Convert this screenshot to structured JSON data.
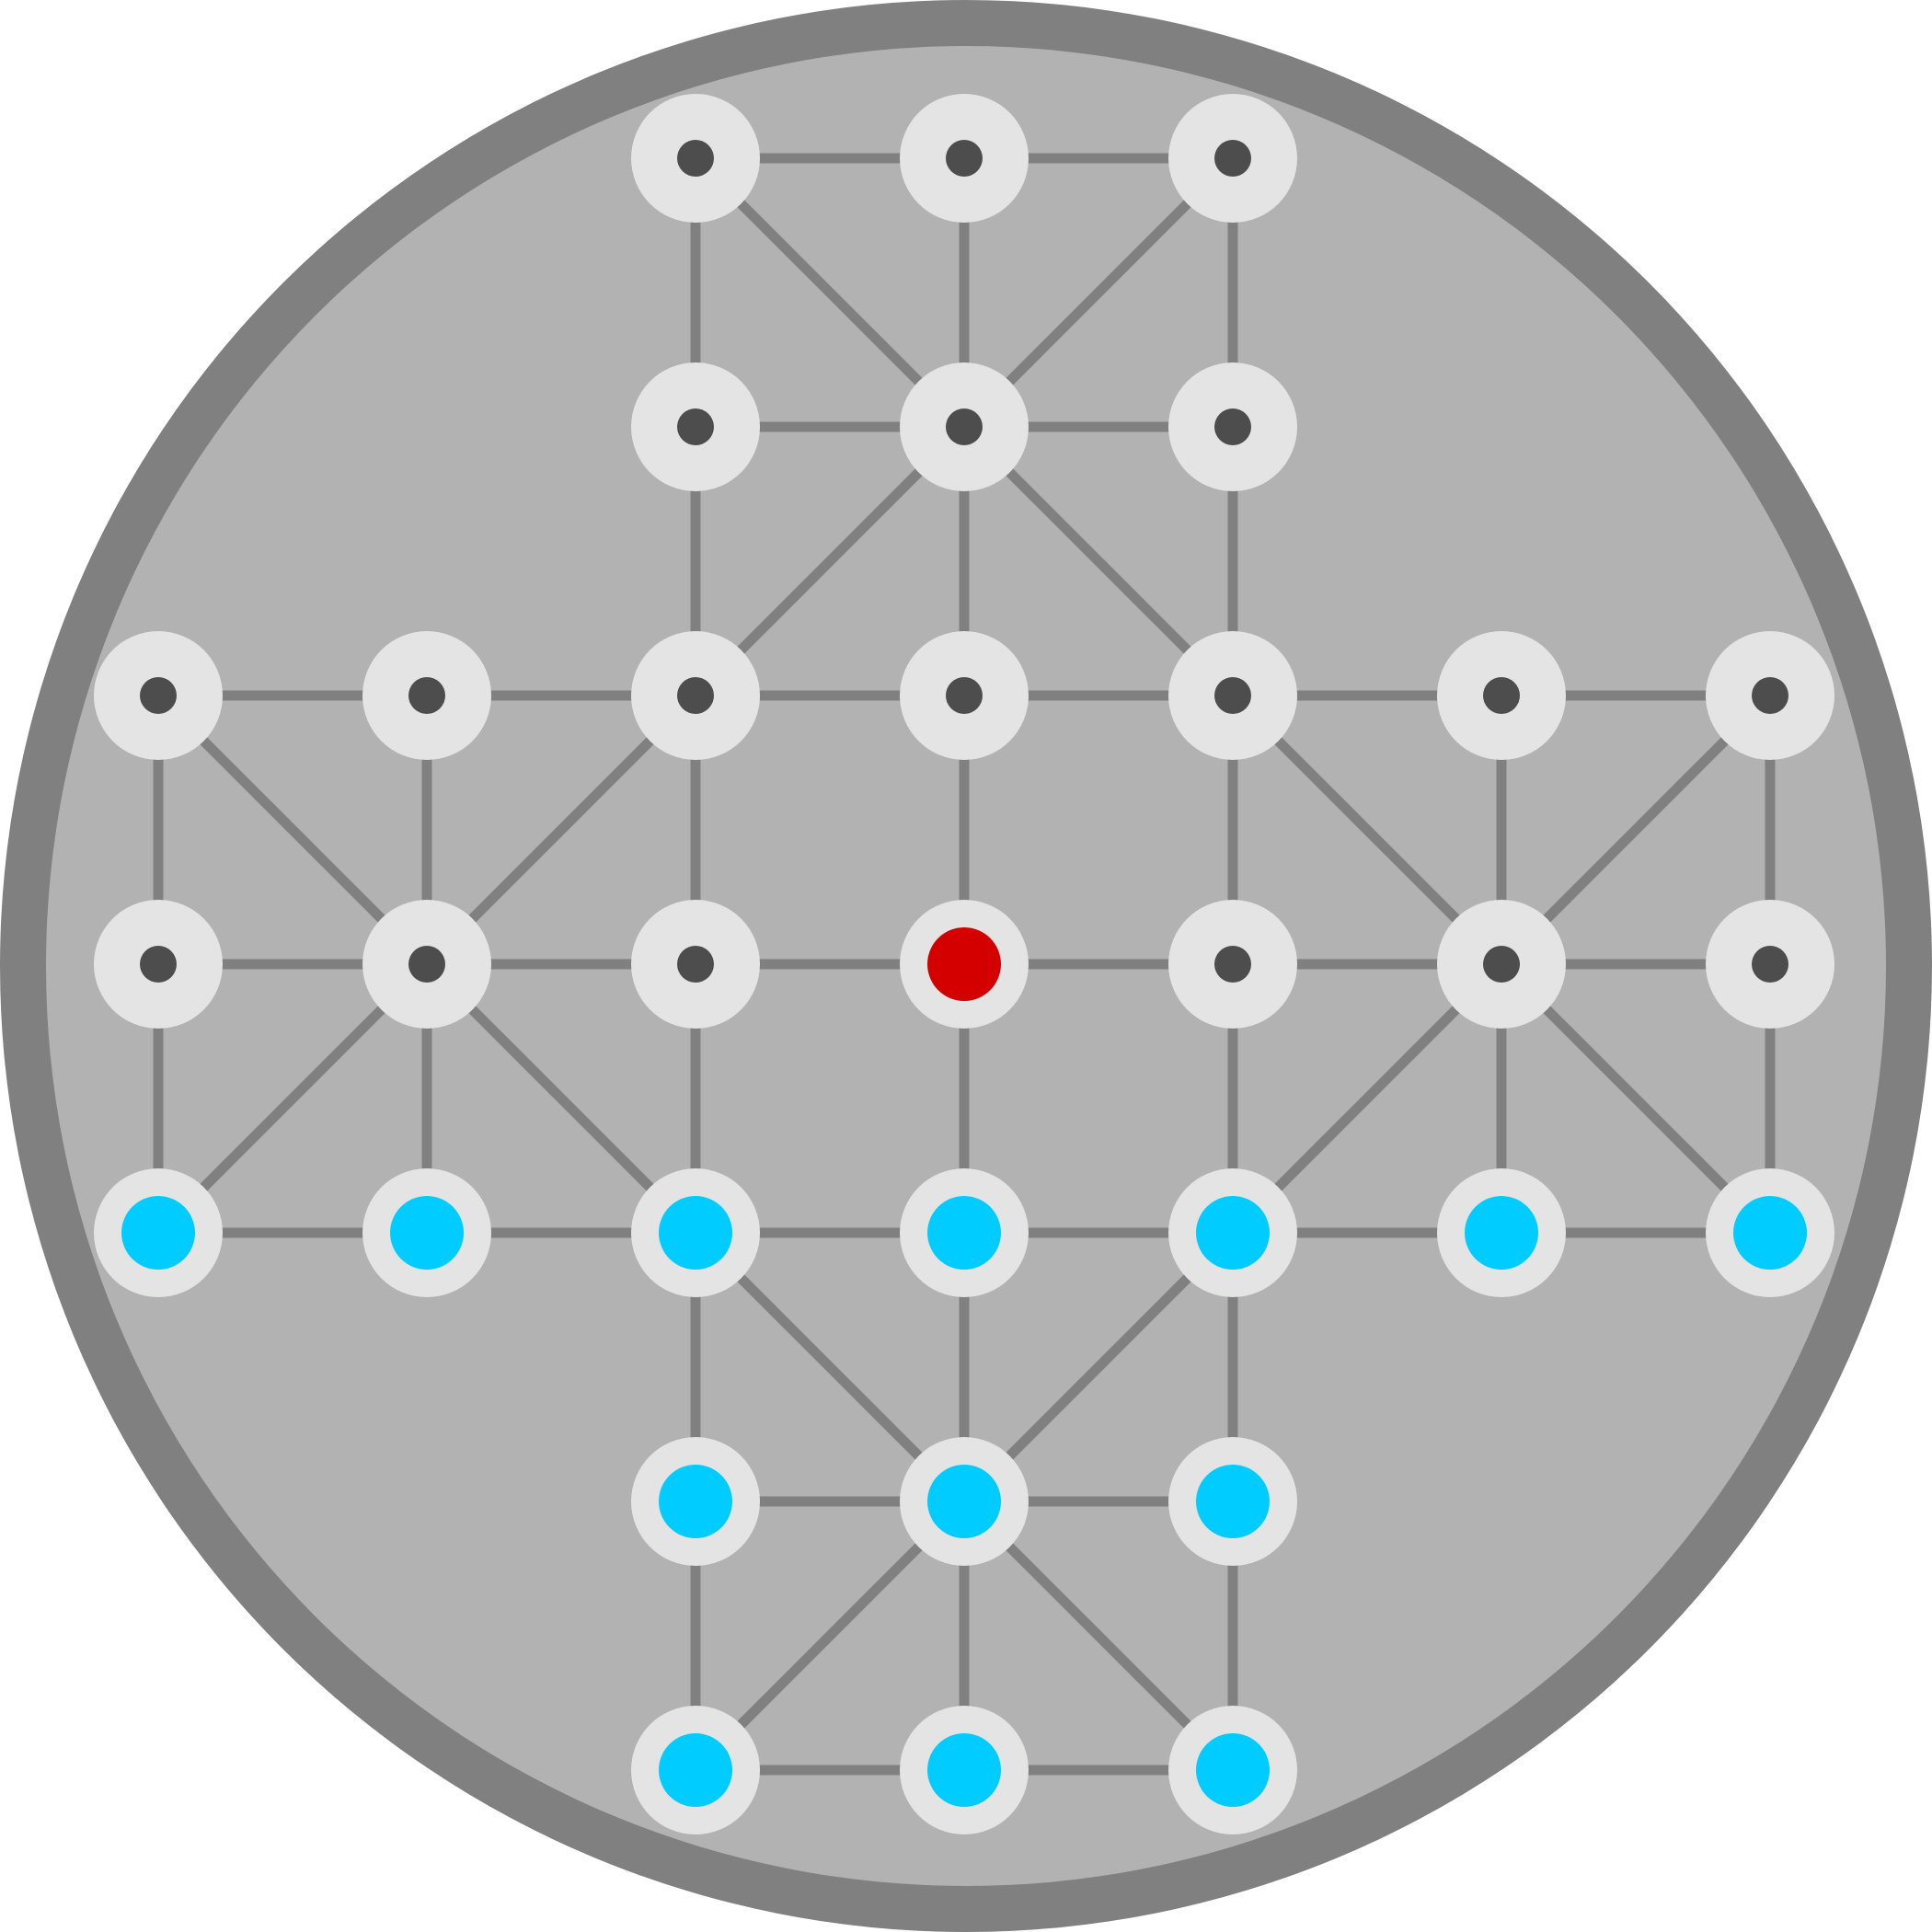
{
  "game": {
    "colors": {
      "page_background": "#ffffff",
      "board_rim": "#808080",
      "board_surface": "#b2b2b2",
      "line": "#808080",
      "point": "#e4e4e4",
      "empty_marker": "#4d4d4d",
      "blue_piece": "#00ccff",
      "red_piece": "#d40000"
    },
    "columns": [
      "a",
      "b",
      "c",
      "d",
      "e",
      "f",
      "g"
    ],
    "rows": [
      "1",
      "2",
      "3",
      "4",
      "5",
      "6",
      "7"
    ],
    "points": [
      "c7",
      "d7",
      "e7",
      "c6",
      "d6",
      "e6",
      "a5",
      "b5",
      "c5",
      "d5",
      "e5",
      "f5",
      "g5",
      "a4",
      "b4",
      "c4",
      "d4",
      "e4",
      "f4",
      "g4",
      "a3",
      "b3",
      "c3",
      "d3",
      "e3",
      "f3",
      "g3",
      "c2",
      "d2",
      "e2",
      "c1",
      "d1",
      "e1"
    ],
    "diagonal_lines": [
      [
        "c7",
        "e5"
      ],
      [
        "e7",
        "c5"
      ],
      [
        "a5",
        "c3"
      ],
      [
        "c5",
        "a3"
      ],
      [
        "e5",
        "g3"
      ],
      [
        "g5",
        "e3"
      ],
      [
        "c3",
        "e1"
      ],
      [
        "e3",
        "c1"
      ]
    ],
    "pieces": {
      "blue": [
        "a3",
        "b3",
        "c3",
        "d3",
        "e3",
        "f3",
        "g3",
        "c2",
        "d2",
        "e2",
        "c1",
        "d1",
        "e1"
      ],
      "red": [
        "d4"
      ]
    }
  }
}
